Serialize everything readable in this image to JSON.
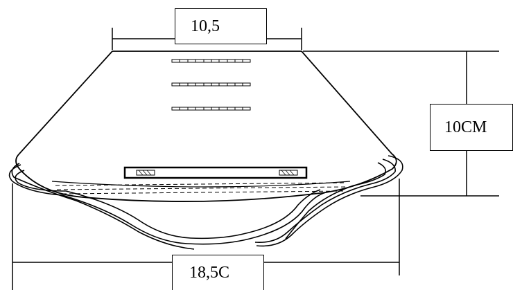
{
  "dimensions": {
    "top_width": "10,5",
    "height": "10CM",
    "bottom_width": "18,5C"
  },
  "colors": {
    "line": "#000000",
    "background": "#ffffff"
  }
}
